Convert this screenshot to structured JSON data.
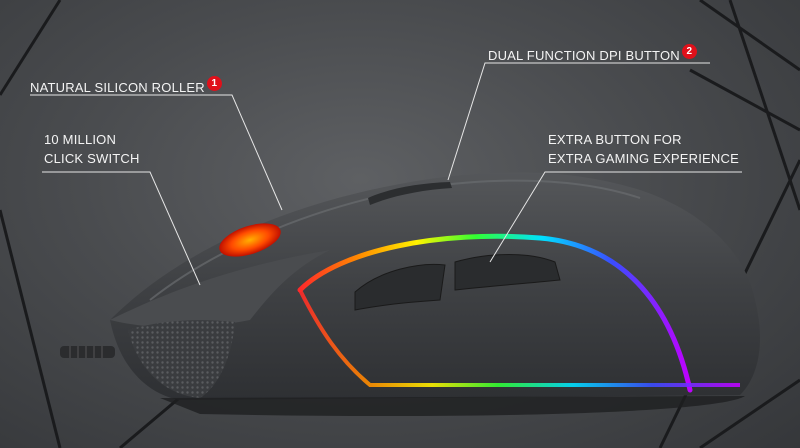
{
  "callouts": {
    "roller": {
      "text": "NATURAL SILICON ROLLER",
      "badge": "1"
    },
    "dpi": {
      "text": "DUAL FUNCTION DPI BUTTON",
      "badge": "2"
    },
    "switch": {
      "line1": "10 MILLION",
      "line2": "CLICK SWITCH"
    },
    "extra": {
      "line1": "EXTRA BUTTON FOR",
      "line2": "EXTRA GAMING EXPERIENCE"
    }
  },
  "colors": {
    "background": "#4a4c4f",
    "mouse_body": "#3e4043",
    "badge": "#e0101a",
    "rgb_strip": [
      "#ff2a2a",
      "#ff9a00",
      "#fff200",
      "#32ff32",
      "#00e0ff",
      "#3a4dff",
      "#c000ff"
    ]
  }
}
